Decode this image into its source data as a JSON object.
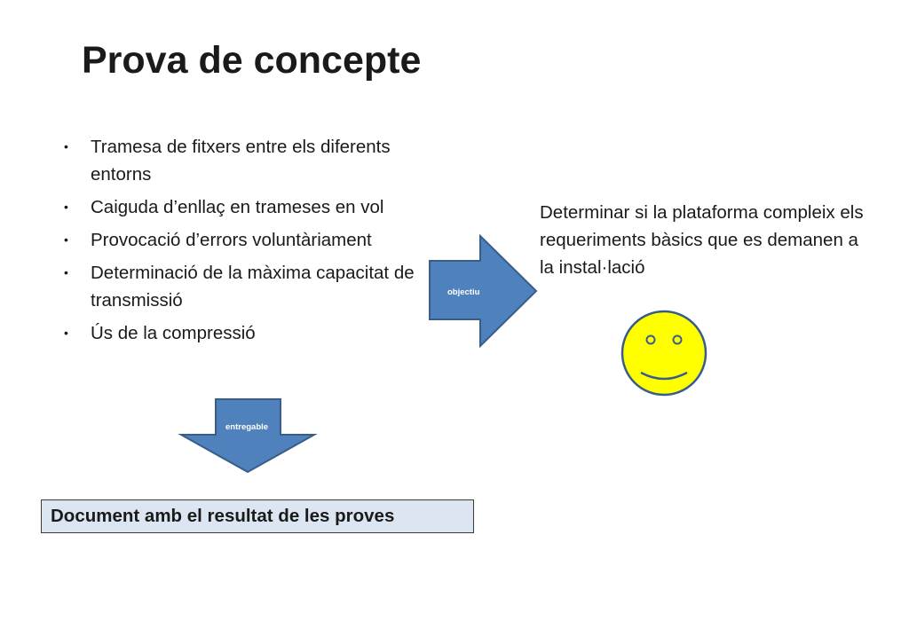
{
  "slide": {
    "title": "Prova de concepte",
    "bullets": [
      "Tramesa de fitxers entre els diferents entorns",
      "Caiguda d’enllaç en trameses en vol",
      "Provocació d’errors voluntàriament",
      "Determinació de la màxima capacitat de transmissió",
      "Ús de la compressió"
    ],
    "bullet_marker": "•",
    "objective_arrow_label": "objectiu",
    "objective_text": "Determinar si la plataforma compleix els requeriments bàsics que es demanen a la instal·lació",
    "deliverable_arrow_label": "entregable",
    "result_box_text": "Document amb el resultat de les proves"
  },
  "colors": {
    "arrow_fill": "#4f81bd",
    "arrow_stroke": "#385d8a",
    "smiley_fill": "#ffff00",
    "smiley_stroke": "#385d8a",
    "result_box_fill": "#dce6f2"
  },
  "icons": {
    "smiley": "smiley-face-icon",
    "right_arrow": "right-arrow-icon",
    "down_arrow": "down-arrow-icon"
  }
}
